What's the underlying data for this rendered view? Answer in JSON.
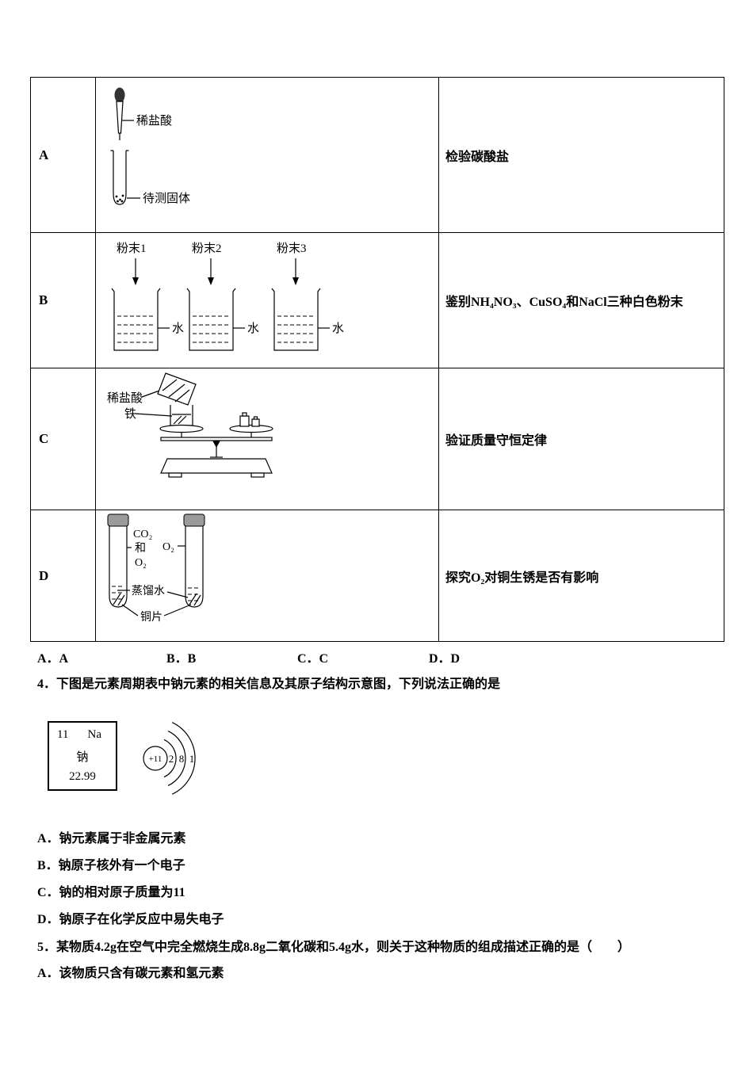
{
  "table": {
    "rows": [
      {
        "label": "A",
        "description": "检验碳酸盐",
        "labels": {
          "dropper": "稀盐酸",
          "tube": "待测固体"
        }
      },
      {
        "label": "B",
        "description": "鉴别NH₄NO₃、CuSO₄和NaCl三种白色粉末",
        "labels": {
          "powder1": "粉末1",
          "powder2": "粉末2",
          "powder3": "粉末3",
          "water": "水"
        }
      },
      {
        "label": "C",
        "description": "验证质量守恒定律",
        "labels": {
          "acid": "稀盐酸",
          "iron": "铁"
        }
      },
      {
        "label": "D",
        "description": "探究O₂对铜生锈是否有影响",
        "labels": {
          "left_gas_1": "CO₂",
          "left_gas_2": "和",
          "left_gas_3": "O₂",
          "right_gas": "O₂",
          "water": "蒸馏水",
          "copper": "铜片"
        }
      }
    ]
  },
  "answers": {
    "a": "A．A",
    "b": "B．B",
    "c": "C．C",
    "d": "D．D"
  },
  "q4": {
    "text": "4．下图是元素周期表中钠元素的相关信息及其原子结构示意图，下列说法正确的是",
    "element": {
      "number": "11",
      "symbol": "Na",
      "name": "钠",
      "mass": "22.99"
    },
    "atom": {
      "nucleus": "+11",
      "shell1": "2",
      "shell2": "8",
      "shell3": "1"
    },
    "options": [
      "A．钠元素属于非金属元素",
      "B．钠原子核外有一个电子",
      "C．钠的相对原子质量为11",
      "D．钠原子在化学反应中易失电子"
    ]
  },
  "q5": {
    "text": "5．某物质4.2g在空气中完全燃烧生成8.8g二氧化碳和5.4g水，则关于这种物质的组成描述正确的是（　　）",
    "options": [
      "A．该物质只含有碳元素和氢元素"
    ]
  }
}
